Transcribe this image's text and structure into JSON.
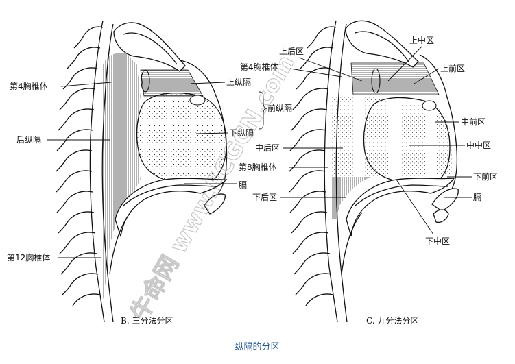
{
  "title": "纵隔的分区",
  "watermark": "牛命网 www.ECGCN.com",
  "panel_b": {
    "caption": "B. 三分法分区",
    "labels": {
      "t4": "第4胸椎体",
      "posterior": "后纵隔",
      "t12": "第12胸椎体",
      "superior": "上纵隔",
      "anterior": "前纵隔",
      "inferior": "下纵隔",
      "diaphragm": "膈"
    }
  },
  "panel_c": {
    "caption": "C. 九分法分区",
    "labels": {
      "upper_middle": "上中区",
      "upper_posterior": "上后区",
      "t4": "第4胸椎体",
      "upper_anterior": "上前区",
      "middle_anterior": "中前区",
      "middle_posterior": "中后区",
      "middle_middle": "中中区",
      "t8": "第8胸椎体",
      "lower_anterior": "下前区",
      "lower_posterior": "下后区",
      "diaphragm": "膈",
      "lower_middle": "下中区"
    }
  },
  "colors": {
    "title": "#1f5aa6",
    "line": "#111111"
  }
}
